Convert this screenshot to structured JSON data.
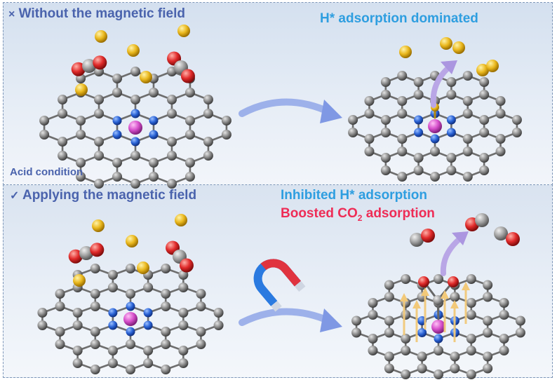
{
  "top": {
    "mark": "×",
    "title": "Without the magnetic field",
    "result": "H* adsorption dominated",
    "condition": "Acid condition"
  },
  "bottom": {
    "mark": "✓",
    "title": "Applying the magnetic field",
    "result_line1": "Inhibited H* adsorption",
    "result_line2_prefix": "Boosted CO",
    "result_line2_sub": "2",
    "result_line2_suffix": " adsorption"
  },
  "colors": {
    "carbon": "#8c8c8c",
    "nitrogen": "#2a63d6",
    "metal": "#d64fcb",
    "hydrogen": "#eab81e",
    "oxygen": "#e02a2a",
    "arrow": "#8fa6e8",
    "desorb": "#b9a6e6",
    "field": "#f2c979"
  },
  "icons": [
    "magnet-icon",
    "flow-arrow-icon",
    "desorption-arrow-icon"
  ]
}
